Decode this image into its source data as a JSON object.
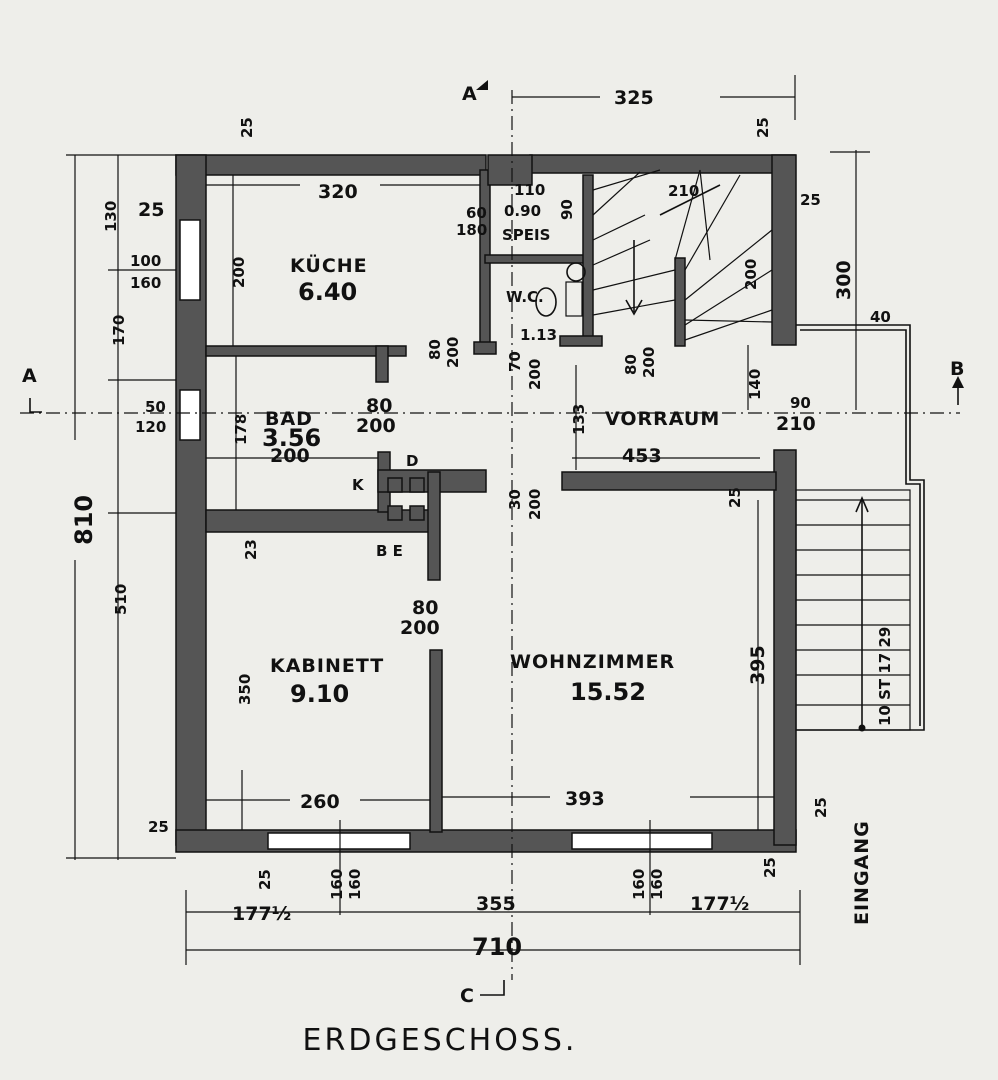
{
  "title": "ERDGESCHOSS.",
  "rooms": {
    "kueche_name": "KÜCHE",
    "kueche_area": "6.40",
    "bad_name": "BAD",
    "bad_area": "3.56",
    "speis": "SPEIS",
    "wc": "W.C.",
    "wc_area": "1.13",
    "vorraum": "VORRAUM",
    "kabinett_name": "KABINETT",
    "kabinett_area": "9.10",
    "wohnzimmer_name": "WOHNZIMMER",
    "wohnzimmer_area": "15.52",
    "eingang": "EINGANG",
    "stairs_label": "10 ST 17 29",
    "d": "D",
    "k": "K",
    "be": "B E"
  },
  "section_marks": {
    "a": "A",
    "b": "B",
    "c": "C"
  },
  "dimensions": {
    "top_325": "325",
    "top_25_left": "25",
    "top_25_right": "25",
    "right_25": "25",
    "d_320": "320",
    "d_110": "110",
    "d_210": "210",
    "d_60_180": "60",
    "d_180": "180",
    "d_0_90": "0.90",
    "d_v90": "90",
    "d_200_kueche": "200",
    "d_200_stair": "200",
    "d_300": "300",
    "d_40": "40",
    "left_130": "130",
    "left_25": "25",
    "left_100": "100",
    "left_160": "160",
    "left_170": "170",
    "left_50": "50",
    "left_120": "120",
    "left_810": "810",
    "left_510": "510",
    "d_80a": "80",
    "d_200a": "200",
    "d_70": "70",
    "d_200b": "200",
    "d_80b": "80",
    "d_200c": "200",
    "d_140": "140",
    "d_90": "90",
    "d_210b": "210",
    "bad_80": "80",
    "bad_200": "200",
    "d_178": "178",
    "bad_200w": "200",
    "d_133": "133",
    "d_453": "453",
    "d_25_mid": "25",
    "d_30": "30",
    "d_200d": "200",
    "d_23": "23",
    "door_80": "80",
    "door_200": "200",
    "d_350": "350",
    "d_395": "395",
    "d_260": "260",
    "d_393": "393",
    "d_25_bl": "25",
    "d_25_br": "25",
    "d_25_bot1": "25",
    "d_160a": "160",
    "d_160b": "160",
    "d_160c": "160",
    "d_160d": "160",
    "d_25_bot2": "25",
    "d_177_left": "177½",
    "d_355": "355",
    "d_177_right": "177½",
    "d_710": "710"
  }
}
